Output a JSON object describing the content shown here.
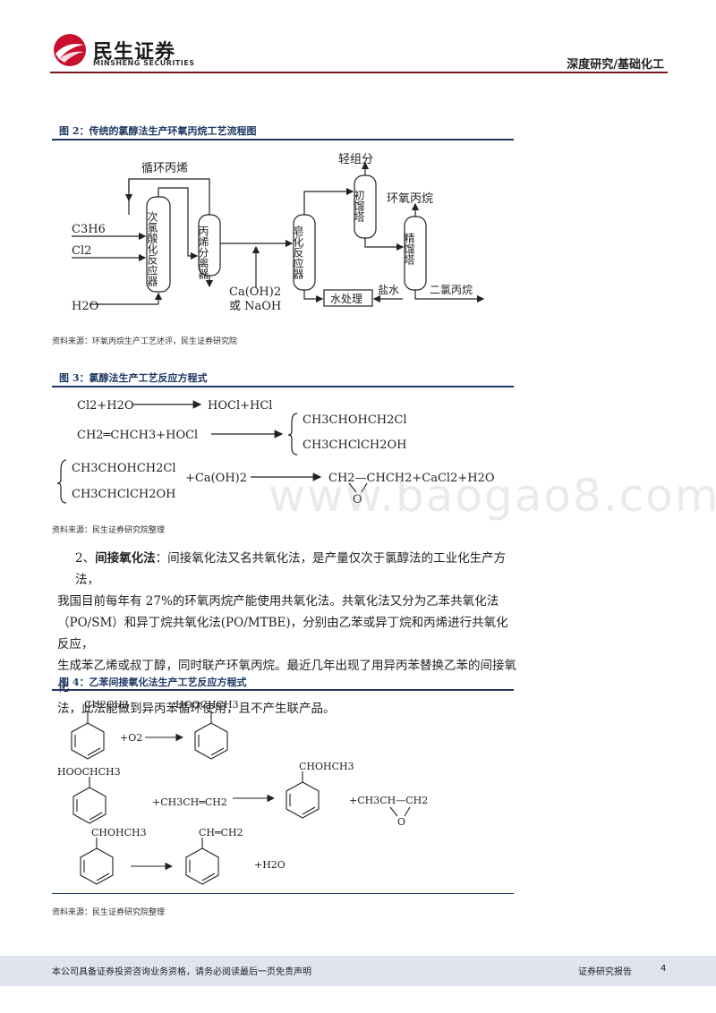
{
  "header": {
    "brand_cn": "民生证券",
    "brand_en": "MINSHENG SECURITIES",
    "section": "深度研究/基础化工"
  },
  "figure2": {
    "title": "图 2：传统的氯醇法生产环氧丙烷工艺流程图",
    "source": "资料来源：环氧丙烷生产工艺述评，民生证券研究院",
    "labels": {
      "recycle": "循环丙烯",
      "light": "轻组分",
      "po": "环氧丙烷",
      "c3h6": "C3H6",
      "cl2": "Cl2",
      "h2o": "H2O",
      "reactor": "次氯酸化反应器",
      "separator": "丙烯分离器",
      "saponifier": "皂化反应器",
      "crude_tower": "初馏塔",
      "fine_tower": "精馏塔",
      "caoh": "Ca(OH)2",
      "naoh": "或 NaOH",
      "water": "水处理",
      "brine": "盐水",
      "dichloro": "二氯丙烷"
    }
  },
  "figure3": {
    "title": "图 3：氯醇法生产工艺反应方程式",
    "source": "资料来源：民生证券研究院整理",
    "eq1_left": "Cl2+H2O",
    "eq1_right": "HOCl+HCl",
    "eq2_left": "CH2═CHCH3+HOCl",
    "prod1": "CH3CHOHCH2Cl",
    "prod2": "CH3CHClCH2OH",
    "eq3_plus": "+Ca(OH)2",
    "eq3_right": "CH2—CHCH2+CaCl2+H2O",
    "eq3_o": "O"
  },
  "paragraph": {
    "lead": "2、",
    "bold": "间接氧化法",
    "lines": [
      "：间接氧化法又名共氧化法，是产量仅次于氯醇法的工业化生产方法，",
      "我国目前每年有 27%的环氧丙烷产能使用共氧化法。共氧化法又分为乙苯共氧化法",
      "（PO/SM）和异丁烷共氧化法(PO/MTBE)，分别由乙苯或异丁烷和丙烯进行共氧化反应，",
      "生成苯乙烯或叔丁醇，同时联产环氧丙烷。最近几年出现了用异丙苯替换乙苯的间接氧化",
      "法，此法能做到异丙苯循环使用，且不产生联产品。"
    ]
  },
  "figure4": {
    "title": "图 4：乙苯间接氧化法生产工艺反应方程式",
    "source": "资料来源：民生证券研究院整理",
    "ethyl": "CH2CH3",
    "o2": "+O2",
    "hooch1": "HOOCHCH3",
    "hooch2": "HOOCHCH3",
    "propene": "+CH3CH═CH2",
    "chohch3_1": "CHOHCH3",
    "epox": "+CH3CH—CH2",
    "epox_o": "O",
    "chohch3_2": "CHOHCH3",
    "styrene": "CH═CH2",
    "water": "+H2O"
  },
  "footer": {
    "disclaimer": "本公司具备证券投资咨询业务资格，请务必阅读最后一页免责声明",
    "report": "证券研究报告",
    "page": "4"
  },
  "watermark": "www.baogao8.com"
}
